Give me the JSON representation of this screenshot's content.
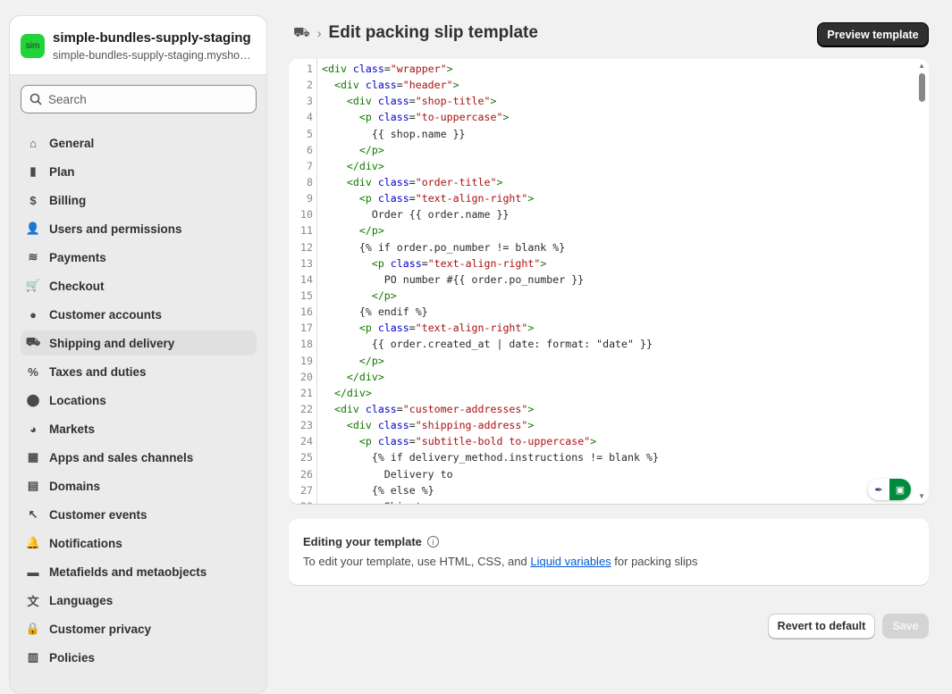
{
  "store": {
    "avatar": "sim",
    "name": "simple-bundles-supply-staging",
    "url": "simple-bundles-supply-staging.myshopify.com"
  },
  "search": {
    "placeholder": "Search"
  },
  "nav": [
    {
      "label": "General",
      "icon": "store-icon",
      "g": "⌂"
    },
    {
      "label": "Plan",
      "icon": "plan-icon",
      "g": "▮"
    },
    {
      "label": "Billing",
      "icon": "billing-icon",
      "g": "$"
    },
    {
      "label": "Users and permissions",
      "icon": "users-icon",
      "g": "👤"
    },
    {
      "label": "Payments",
      "icon": "payments-icon",
      "g": "≋"
    },
    {
      "label": "Checkout",
      "icon": "cart-icon",
      "g": "🛒"
    },
    {
      "label": "Customer accounts",
      "icon": "person-icon",
      "g": "●"
    },
    {
      "label": "Shipping and delivery",
      "icon": "truck-icon",
      "g": "⛟",
      "active": true
    },
    {
      "label": "Taxes and duties",
      "icon": "tax-icon",
      "g": "%"
    },
    {
      "label": "Locations",
      "icon": "location-icon",
      "g": "⬤"
    },
    {
      "label": "Markets",
      "icon": "globe-icon",
      "g": "◕"
    },
    {
      "label": "Apps and sales channels",
      "icon": "apps-icon",
      "g": "▦"
    },
    {
      "label": "Domains",
      "icon": "domains-icon",
      "g": "▤"
    },
    {
      "label": "Customer events",
      "icon": "cursor-icon",
      "g": "↖"
    },
    {
      "label": "Notifications",
      "icon": "bell-icon",
      "g": "🔔"
    },
    {
      "label": "Metafields and metaobjects",
      "icon": "metafields-icon",
      "g": "▬"
    },
    {
      "label": "Languages",
      "icon": "language-icon",
      "g": "文"
    },
    {
      "label": "Customer privacy",
      "icon": "lock-icon",
      "g": "🔒"
    },
    {
      "label": "Policies",
      "icon": "policies-icon",
      "g": "▥"
    }
  ],
  "header": {
    "title": "Edit packing slip template",
    "preview_button": "Preview template"
  },
  "code_lines": [
    "<div class=\"wrapper\">",
    "  <div class=\"header\">",
    "    <div class=\"shop-title\">",
    "      <p class=\"to-uppercase\">",
    "        {{ shop.name }}",
    "      </p>",
    "    </div>",
    "    <div class=\"order-title\">",
    "      <p class=\"text-align-right\">",
    "        Order {{ order.name }}",
    "      </p>",
    "      {% if order.po_number != blank %}",
    "        <p class=\"text-align-right\">",
    "          PO number #{{ order.po_number }}",
    "        </p>",
    "      {% endif %}",
    "      <p class=\"text-align-right\">",
    "        {{ order.created_at | date: format: \"date\" }}",
    "      </p>",
    "    </div>",
    "  </div>",
    "  <div class=\"customer-addresses\">",
    "    <div class=\"shipping-address\">",
    "      <p class=\"subtitle-bold to-uppercase\">",
    "        {% if delivery_method.instructions != blank %}",
    "          Delivery to",
    "        {% else %}",
    "          Ship to"
  ],
  "info": {
    "title": "Editing your template",
    "text_before": "To edit your template, use HTML, CSS, and ",
    "link": "Liquid variables",
    "text_after": " for packing slips"
  },
  "actions": {
    "revert": "Revert to default",
    "save": "Save"
  }
}
